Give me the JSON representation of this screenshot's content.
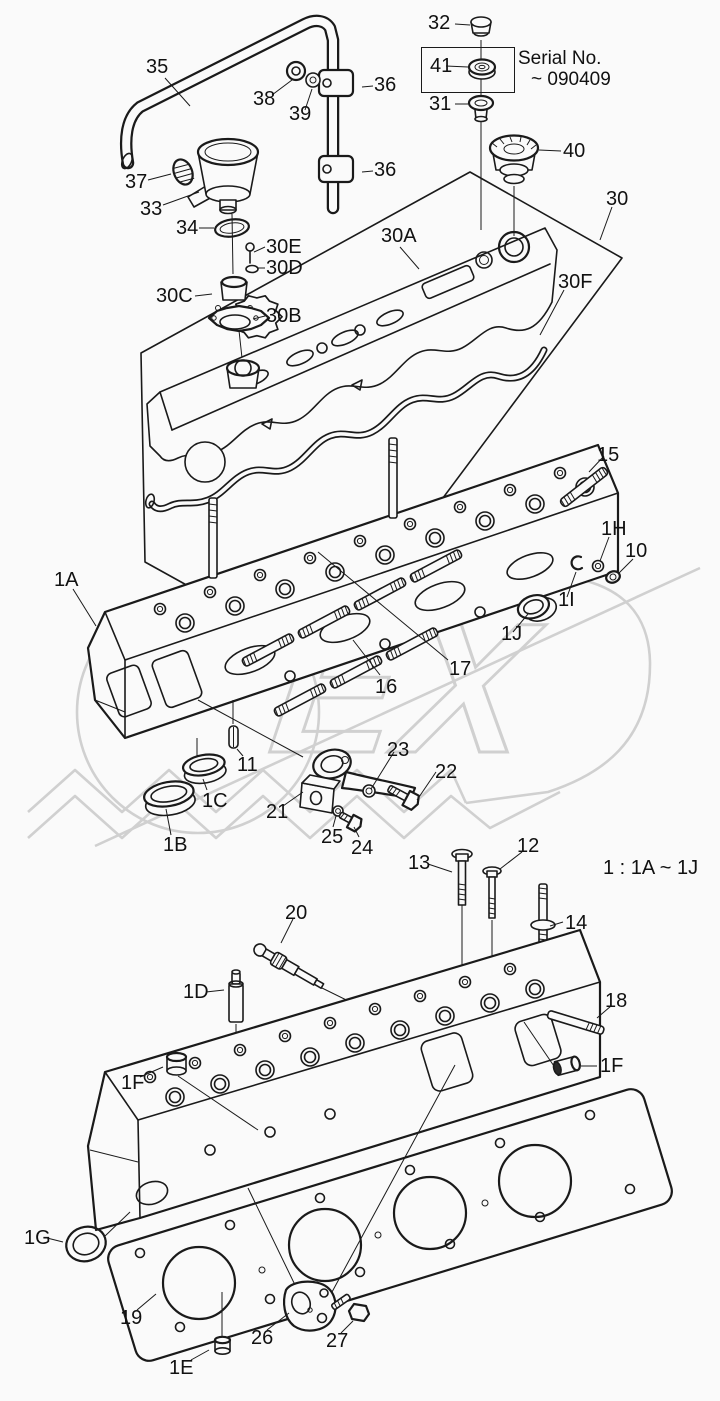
{
  "figure": {
    "type": "exploded-parts-diagram",
    "subject": "cylinder head assembly",
    "bg_color": "#fafafa",
    "ink_color": "#1a1a1a",
    "watermark": {
      "text": "EX",
      "color": "#d0d0d0"
    },
    "serial_box": {
      "line1": "Serial No.",
      "line2": "~ 090409"
    },
    "scale_note": "1 : 1A ~ 1J"
  },
  "callouts": [
    {
      "id": "32",
      "label": "32"
    },
    {
      "id": "41",
      "label": "41"
    },
    {
      "id": "31",
      "label": "31"
    },
    {
      "id": "35",
      "label": "35"
    },
    {
      "id": "38",
      "label": "38"
    },
    {
      "id": "39",
      "label": "39"
    },
    {
      "id": "36-upper",
      "label": "36"
    },
    {
      "id": "36-lower",
      "label": "36"
    },
    {
      "id": "37",
      "label": "37"
    },
    {
      "id": "33",
      "label": "33"
    },
    {
      "id": "34",
      "label": "34"
    },
    {
      "id": "40",
      "label": "40"
    },
    {
      "id": "30",
      "label": "30"
    },
    {
      "id": "30A",
      "label": "30A"
    },
    {
      "id": "30E",
      "label": "30E"
    },
    {
      "id": "30D",
      "label": "30D"
    },
    {
      "id": "30C",
      "label": "30C"
    },
    {
      "id": "30B",
      "label": "30B"
    },
    {
      "id": "30F",
      "label": "30F"
    },
    {
      "id": "15",
      "label": "15"
    },
    {
      "id": "1H",
      "label": "1H"
    },
    {
      "id": "10",
      "label": "10"
    },
    {
      "id": "1I",
      "label": "1I"
    },
    {
      "id": "1J",
      "label": "1J"
    },
    {
      "id": "1A",
      "label": "1A"
    },
    {
      "id": "17",
      "label": "17"
    },
    {
      "id": "16",
      "label": "16"
    },
    {
      "id": "11",
      "label": "11"
    },
    {
      "id": "1C",
      "label": "1C"
    },
    {
      "id": "1B",
      "label": "1B"
    },
    {
      "id": "21",
      "label": "21"
    },
    {
      "id": "23",
      "label": "23"
    },
    {
      "id": "22",
      "label": "22"
    },
    {
      "id": "25",
      "label": "25"
    },
    {
      "id": "24",
      "label": "24"
    },
    {
      "id": "13",
      "label": "13"
    },
    {
      "id": "12",
      "label": "12"
    },
    {
      "id": "14",
      "label": "14"
    },
    {
      "id": "20",
      "label": "20"
    },
    {
      "id": "1D",
      "label": "1D"
    },
    {
      "id": "18",
      "label": "18"
    },
    {
      "id": "1F-left",
      "label": "1F"
    },
    {
      "id": "1F-right",
      "label": "1F"
    },
    {
      "id": "1G",
      "label": "1G"
    },
    {
      "id": "19",
      "label": "19"
    },
    {
      "id": "26",
      "label": "26"
    },
    {
      "id": "27",
      "label": "27"
    },
    {
      "id": "1E",
      "label": "1E"
    }
  ]
}
